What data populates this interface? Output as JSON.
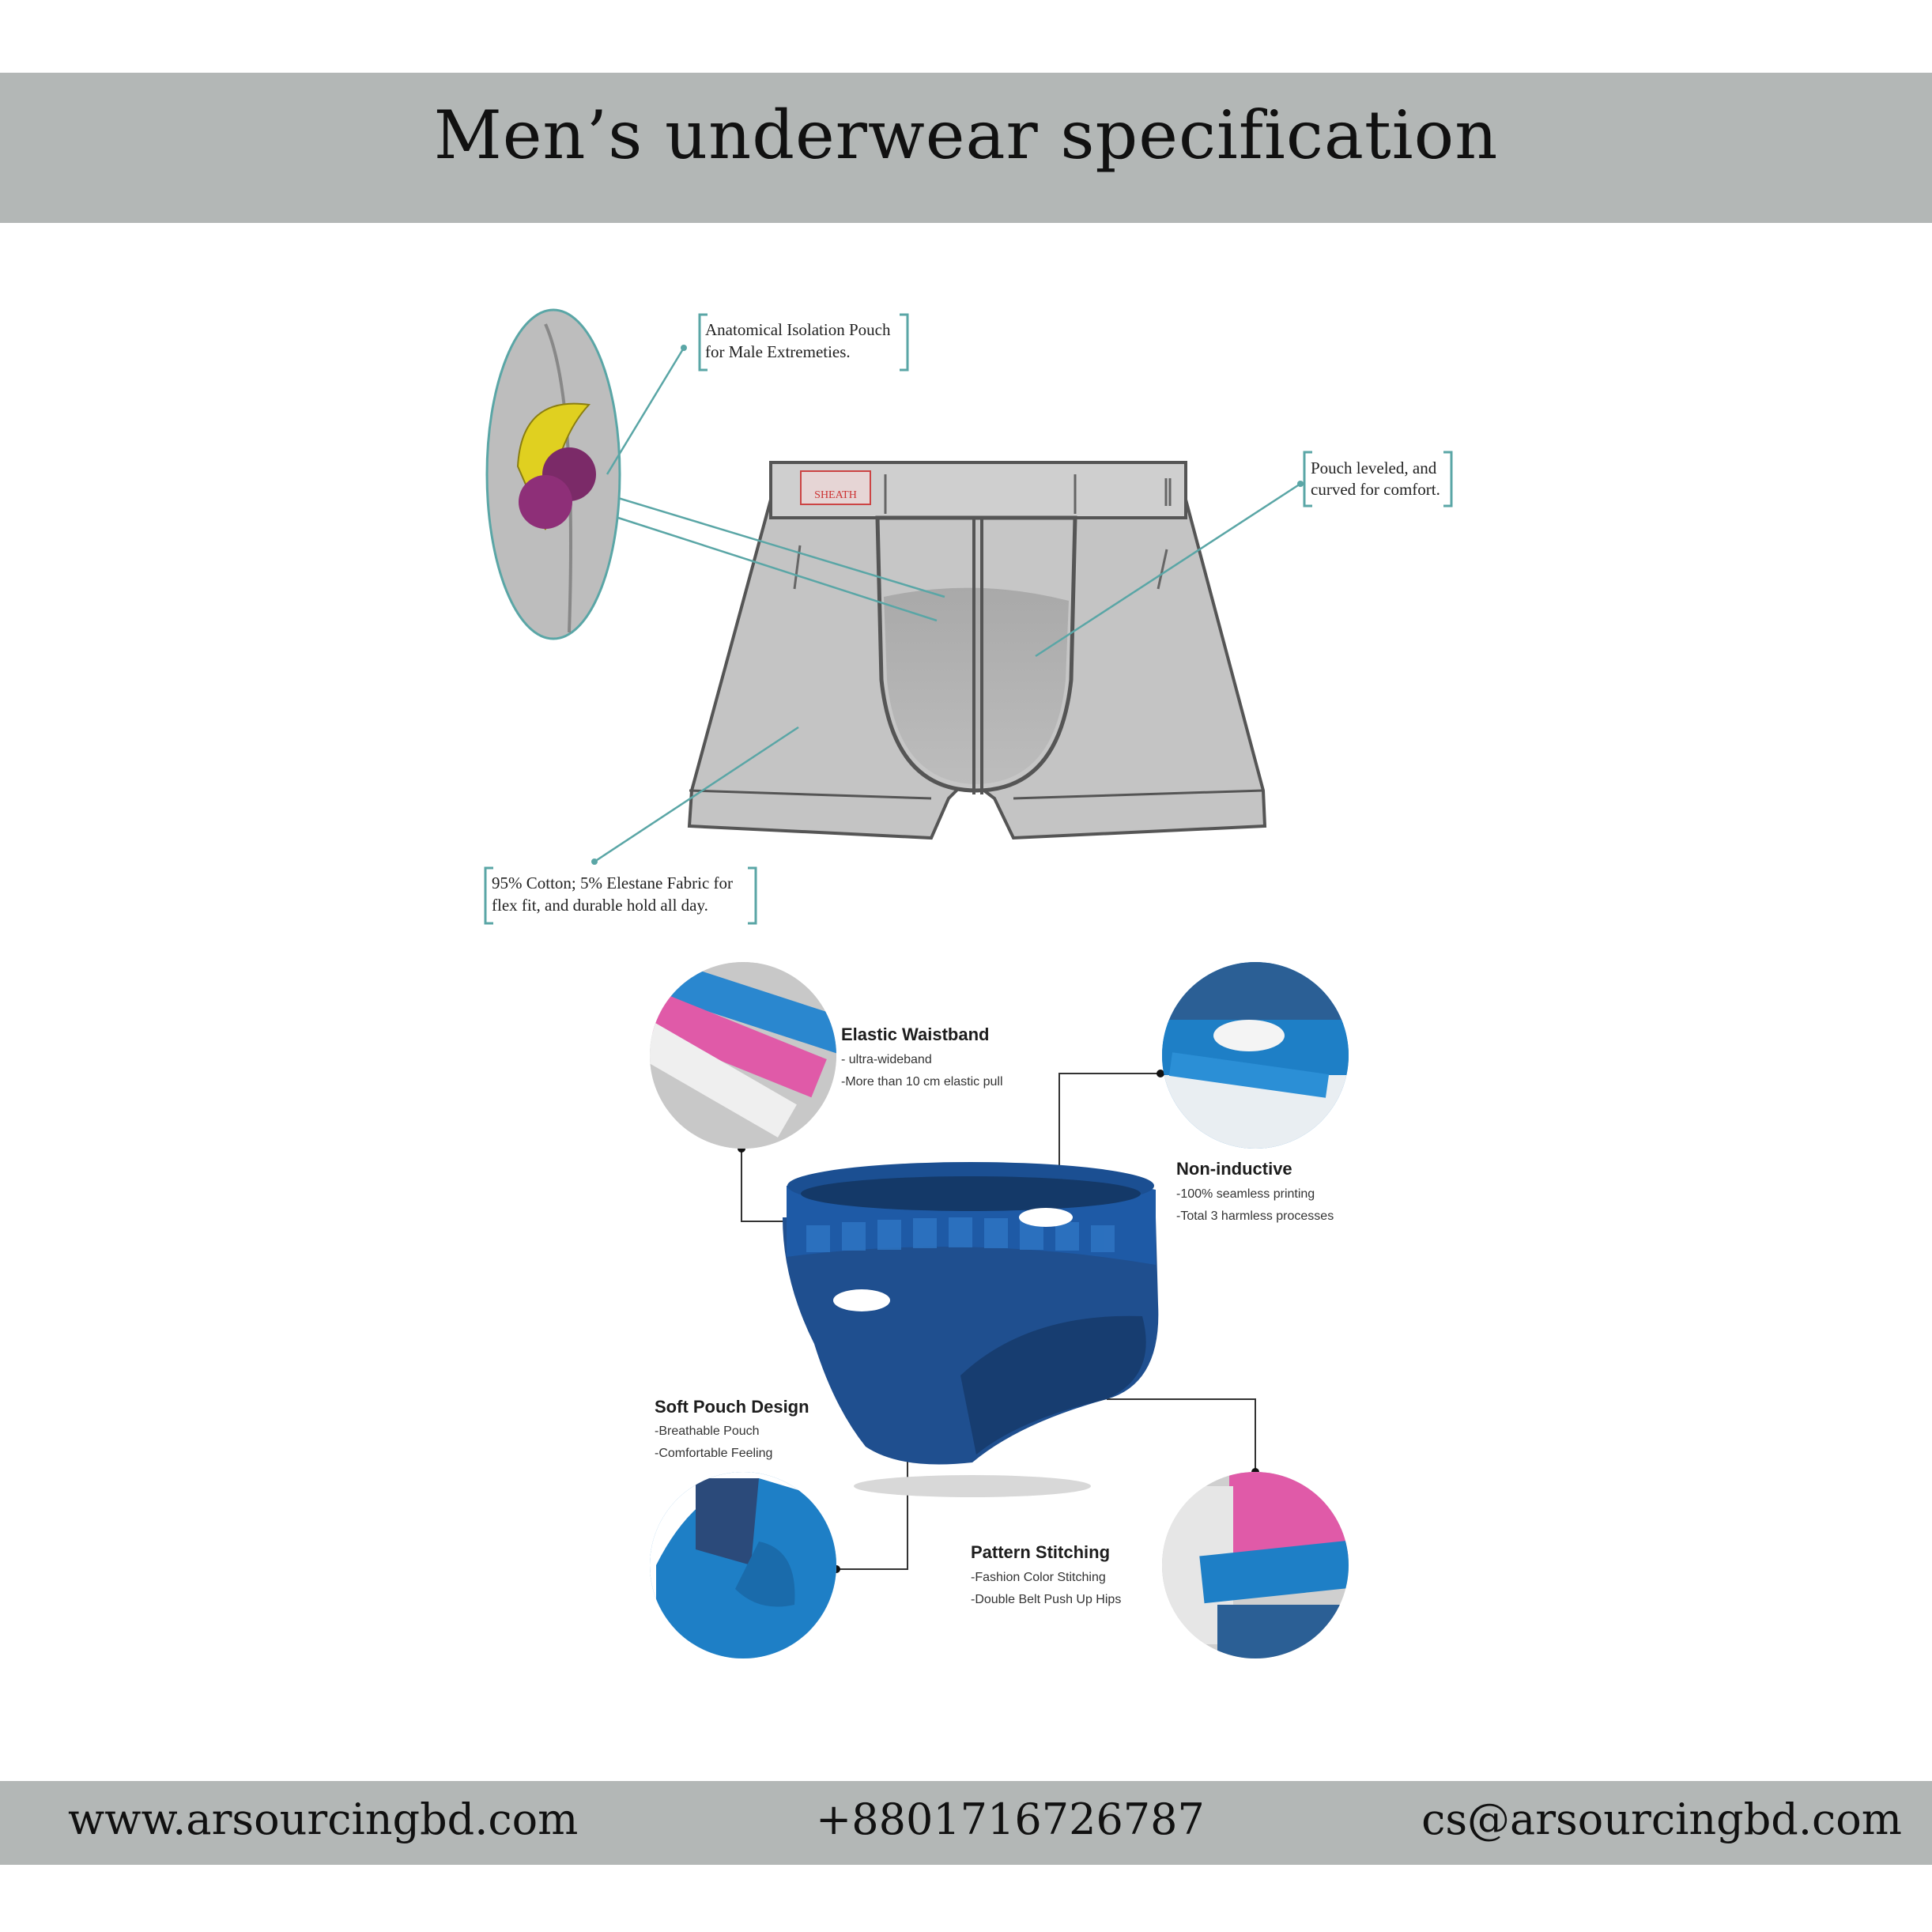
{
  "header": {
    "title": "Men’s underwear specification"
  },
  "diagram_top": {
    "callouts": {
      "pouch_isolation": [
        "Anatomical Isolation Pouch",
        "for Male Extremeties."
      ],
      "pouch_leveled": [
        "Pouch leveled, and",
        "curved for comfort."
      ],
      "fabric": [
        "95% Cotton; 5% Elestane Fabric for",
        "flex fit, and durable hold all day."
      ]
    },
    "brand_tag": "SHEATH"
  },
  "diagram_bottom": {
    "features": {
      "elastic_waistband": {
        "title": "Elastic Waistband",
        "lines": [
          "- ultra-wideband",
          "-More than 10 cm elastic pull"
        ]
      },
      "non_inductive": {
        "title": "Non-inductive",
        "lines": [
          "-100% seamless printing",
          "-Total 3 harmless processes"
        ]
      },
      "soft_pouch": {
        "title": "Soft Pouch Design",
        "lines": [
          "-Breathable Pouch",
          "-Comfortable Feeling"
        ]
      },
      "pattern_stitching": {
        "title": "Pattern Stitching",
        "lines": [
          "-Fashion Color Stitching",
          "-Double Belt Push Up Hips"
        ]
      }
    },
    "colors": {
      "navy": "#1f4f8f",
      "blue": "#1e7fc6",
      "pink": "#e05aa8",
      "grey": "#c9c9c9"
    }
  },
  "footer": {
    "website": "www.arsourcingbd.com",
    "phone": "+8801716726787",
    "email": "cs@arsourcingbd.com"
  }
}
